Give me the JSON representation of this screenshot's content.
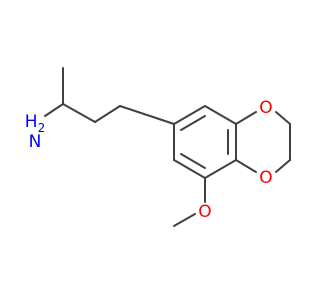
{
  "molecule": {
    "atoms": {
      "nh2": {
        "text": "H",
        "sub": "2",
        "prefix": "N",
        "color": "#0000ff"
      },
      "o_upper": {
        "text": "O",
        "color": "#ff0000"
      },
      "o_lower": {
        "text": "O",
        "color": "#ff0000"
      },
      "o_methoxy": {
        "text": "O",
        "color": "#ff0000"
      }
    },
    "bond_color": "#404040"
  }
}
